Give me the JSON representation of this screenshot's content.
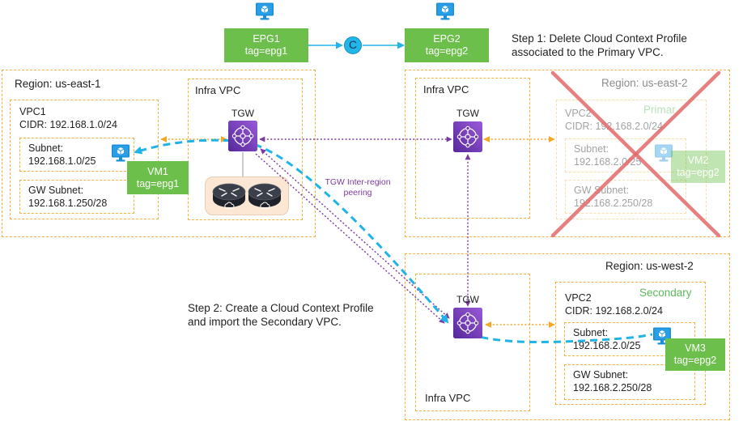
{
  "epg_row": {
    "epg1": {
      "name": "EPG1",
      "tag": "tag=epg1",
      "icon": "monitor-icon"
    },
    "epg2": {
      "name": "EPG2",
      "tag": "tag=epg2",
      "icon": "monitor-icon"
    },
    "contract": {
      "label": "C",
      "icon": "contract-circle-icon"
    }
  },
  "steps": {
    "step1": {
      "line1": "Step 1: Delete Cloud Context Profile",
      "line2": "associated to the Primary VPC."
    },
    "step2": {
      "line1": "Step 2: Create a Cloud Context Profile",
      "line2": "and import the Secondary VPC."
    }
  },
  "peering": {
    "line1": "TGW Inter-region",
    "line2": "peering"
  },
  "regions": {
    "us_east_1": {
      "label": "Region: us-east-1",
      "infra_vpc": {
        "label": "Infra VPC",
        "tgw_label": "TGW",
        "tgw_icon": "transit-gateway-icon",
        "router_icons": [
          "router-icon",
          "router-icon"
        ]
      },
      "vpc": {
        "name": "VPC1",
        "cidr": "CIDR: 192.168.1.0/24",
        "subnet": {
          "label": "Subnet:",
          "cidr": "192.168.1.0/25"
        },
        "gw_subnet": {
          "label": "GW Subnet:",
          "cidr": "192.168.1.250/28"
        },
        "vm": {
          "name": "VM1",
          "tag": "tag=epg1",
          "icon": "monitor-icon"
        }
      }
    },
    "us_east_2": {
      "label": "Region: us-east-2",
      "overlay_icon": "delete-cross-icon",
      "infra_vpc": {
        "label": "Infra VPC",
        "tgw_label": "TGW",
        "tgw_icon": "transit-gateway-icon"
      },
      "vpc": {
        "name": "VPC2",
        "role": "Primar",
        "cidr": "CIDR: 192.168.2.0/24",
        "subnet": {
          "label": "Subnet:",
          "cidr": "192.168.2.0/25"
        },
        "gw_subnet": {
          "label": "GW Subnet:",
          "cidr": "192.168.2.250/28"
        },
        "vm": {
          "name": "VM2",
          "tag": "tag=epg2",
          "icon": "monitor-icon"
        }
      }
    },
    "us_west_2": {
      "label": "Region: us-west-2",
      "infra_vpc": {
        "label": "Infra VPC",
        "tgw_label": "TGW",
        "tgw_icon": "transit-gateway-icon"
      },
      "vpc": {
        "name": "VPC2",
        "role": "Secondary",
        "cidr": "CIDR: 192.168.2.0/24",
        "subnet": {
          "label": "Subnet:",
          "cidr": "192.168.2.0/25"
        },
        "gw_subnet": {
          "label": "GW Subnet:",
          "cidr": "192.168.2.250/28"
        },
        "vm": {
          "name": "VM3",
          "tag": "tag=epg2",
          "icon": "monitor-icon"
        }
      }
    }
  },
  "colors": {
    "region_border": "#f6b13f",
    "attachment_orange": "#f5a623",
    "epg_green": "#6cbf4a",
    "secondary_green": "#5cb85c",
    "contract_cyan": "#22b6e8",
    "flow_cyan": "#1fb3e6",
    "peering_purple": "#7b3a9f",
    "tgw_purple": "#7440b8",
    "monitor_blue": "#1b8fd8",
    "delete_red": "#e26a6a"
  }
}
